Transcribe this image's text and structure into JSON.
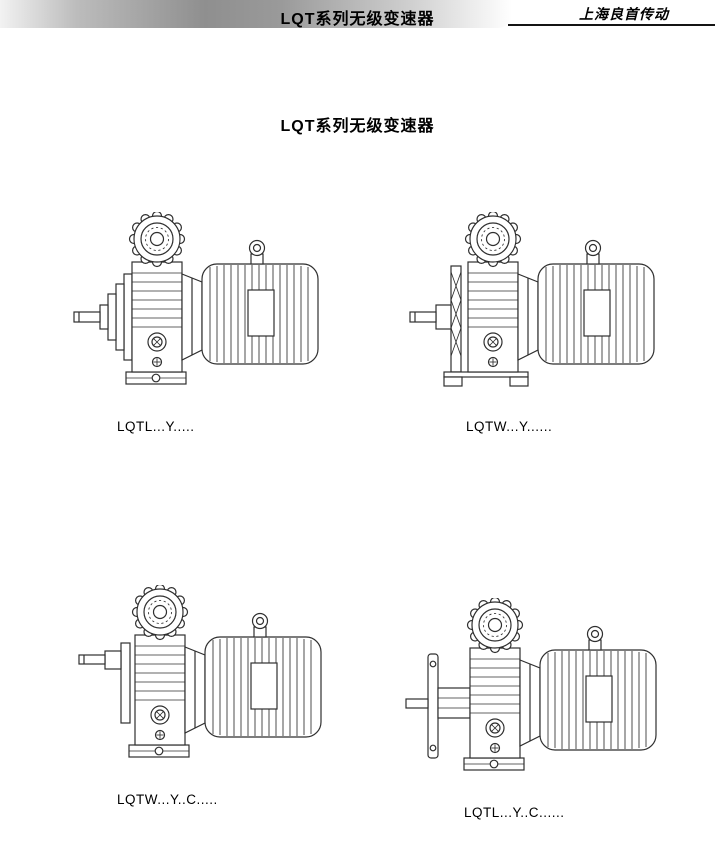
{
  "header": {
    "title": "LQT系列无级变速器",
    "brand": "上海良首传动"
  },
  "heading": "LQT系列无级变速器",
  "figures": [
    {
      "name": "variator-with-motor-L-type",
      "label": "LQTL...Y....."
    },
    {
      "name": "variator-with-motor-W-type",
      "label": "LQTW...Y......"
    },
    {
      "name": "variator-with-motor-W-C-type",
      "label": "LQTW...Y..C....."
    },
    {
      "name": "variator-with-motor-L-C-type",
      "label": "LQTL...Y..C......"
    }
  ],
  "colors": {
    "drawing_line": "#2f2f2f",
    "header_band_dark": "#8f8f8f",
    "header_rule": "#141414"
  }
}
